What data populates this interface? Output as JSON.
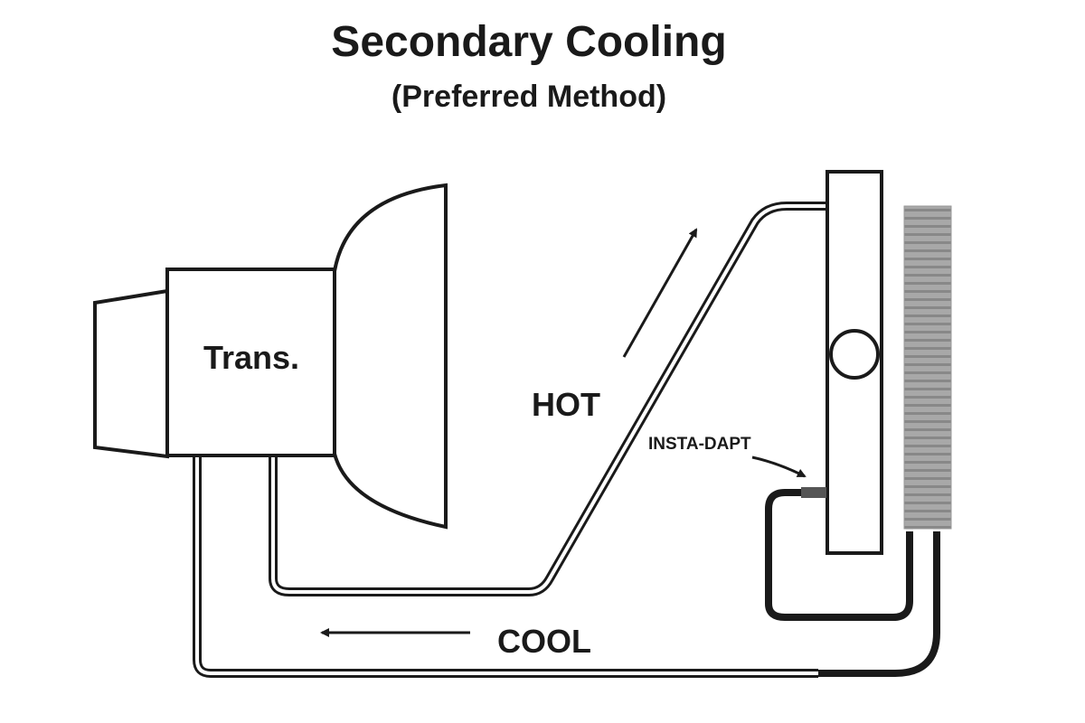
{
  "title": "Secondary Cooling",
  "subtitle": "(Preferred Method)",
  "labels": {
    "transmission": "Trans.",
    "hot": "HOT",
    "cool": "COOL",
    "adapter": "INSTA-DAPT"
  },
  "colors": {
    "line": "#1a1a1a",
    "cooler_fill": "#9a9a9a",
    "background": "#ffffff"
  }
}
